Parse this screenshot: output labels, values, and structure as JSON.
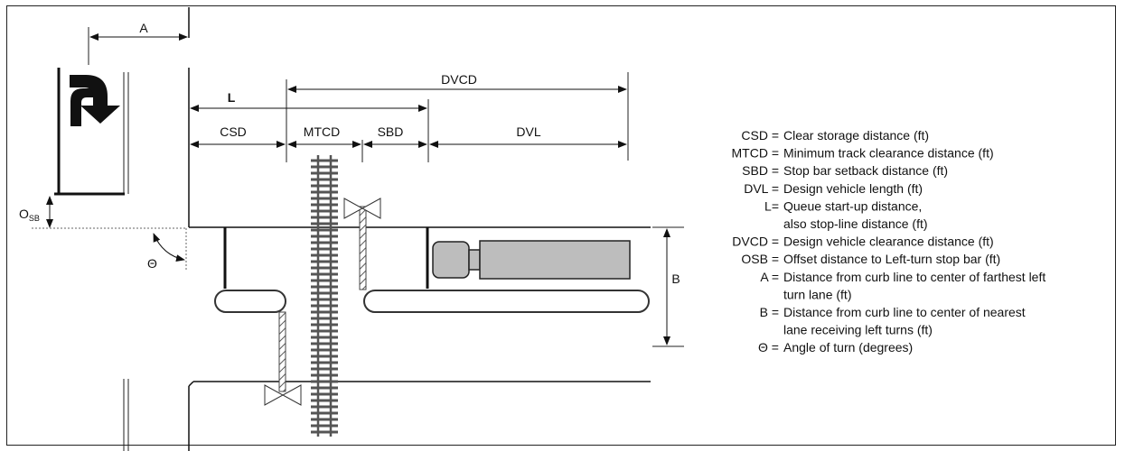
{
  "labels": {
    "A": "A",
    "L": "L",
    "DVCD": "DVCD",
    "CSD": "CSD",
    "MTCD": "MTCD",
    "SBD": "SBD",
    "DVL": "DVL",
    "B": "B",
    "OSB_main": "O",
    "OSB_sub": "SB",
    "theta": "Θ"
  },
  "legend": [
    {
      "key": "CSD =",
      "text": "Clear storage distance (ft)"
    },
    {
      "key": "MTCD =",
      "text": "Minimum track clearance distance (ft)"
    },
    {
      "key": "SBD =",
      "text": "Stop bar setback distance (ft)"
    },
    {
      "key": "DVL =",
      "text": "Design vehicle length (ft)"
    },
    {
      "key": "L=",
      "text": "Queue start-up distance,"
    },
    {
      "key": "",
      "text": "also stop-line distance (ft)"
    },
    {
      "key": "DVCD =",
      "text": "Design vehicle clearance distance (ft)"
    },
    {
      "key": "OSB =",
      "text": "Offset distance to Left-turn stop bar (ft)"
    },
    {
      "key": "A =",
      "text": "Distance from curb line to center of farthest left"
    },
    {
      "key": "",
      "text": "turn lane (ft)"
    },
    {
      "key": "B =",
      "text": "Distance from curb line to center of nearest"
    },
    {
      "key": "",
      "text": "lane receiving left turns (ft)"
    },
    {
      "key": "Θ =",
      "text": "Angle of turn (degrees)"
    }
  ],
  "icons": [
    "left-turn-arrow-icon",
    "truck-icon",
    "railroad-track-icon",
    "crossing-gate-icon"
  ]
}
